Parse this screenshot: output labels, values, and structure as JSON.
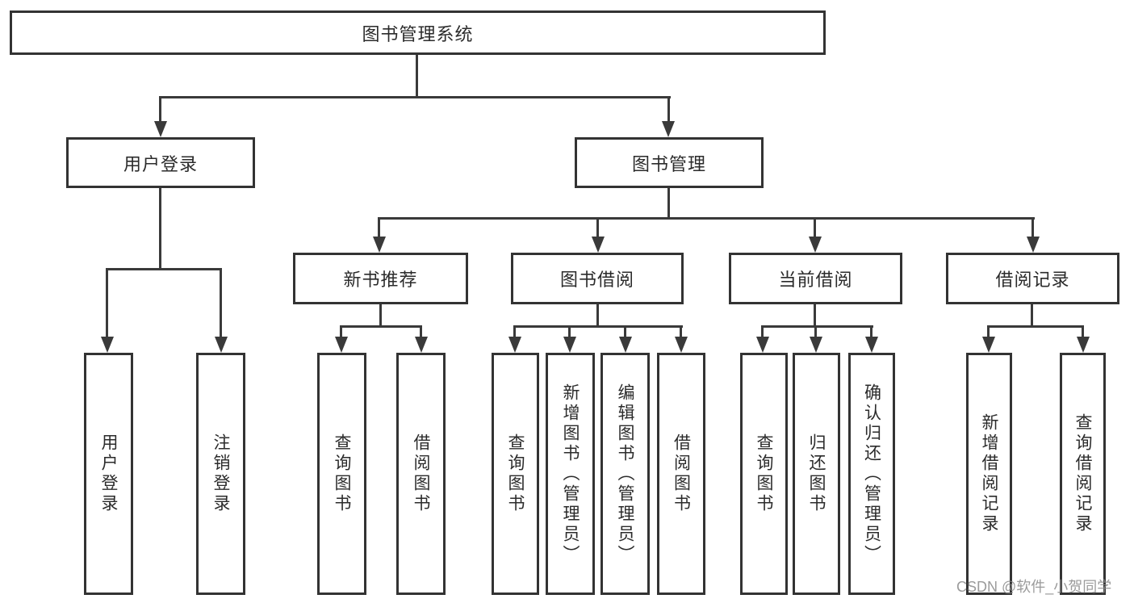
{
  "diagram_title": "图书管理系统",
  "watermark_text": "CSDN @软件_小贺同学",
  "colors": {
    "background": "#ffffff",
    "box_border": "#333333",
    "connector": "#3a3a3a",
    "text": "#2b2b2b",
    "watermark": "#8a8a8a"
  },
  "nodes": {
    "root": "图书管理系统",
    "user_login": "用户登录",
    "book_management": "图书管理",
    "new_book_recommend": "新书推荐",
    "book_borrow": "图书借阅",
    "current_borrow": "当前借阅",
    "borrow_records": "借阅记录",
    "user_login_leaf": "用户登录",
    "logout_leaf": "注销登录",
    "nbr_query_book": "查询图书",
    "nbr_borrow_book": "借阅图书",
    "bb_query_book": "查询图书",
    "bb_add_book": "新增图书（管理员）",
    "bb_edit_book": "编辑图书（管理员）",
    "bb_borrow_book": "借阅图书",
    "cb_query_book": "查询图书",
    "cb_return_book": "归还图书",
    "cb_confirm_return": "确认归还（管理员）",
    "br_add_record": "新增借阅记录",
    "br_query_record": "查询借阅记录"
  },
  "structure": {
    "图书管理系统": {
      "用户登录": [
        "用户登录",
        "注销登录"
      ],
      "图书管理": {
        "新书推荐": [
          "查询图书",
          "借阅图书"
        ],
        "图书借阅": [
          "查询图书",
          "新增图书（管理员）",
          "编辑图书（管理员）",
          "借阅图书"
        ],
        "当前借阅": [
          "查询图书",
          "归还图书",
          "确认归还（管理员）"
        ],
        "借阅记录": [
          "新增借阅记录",
          "查询借阅记录"
        ]
      }
    }
  }
}
